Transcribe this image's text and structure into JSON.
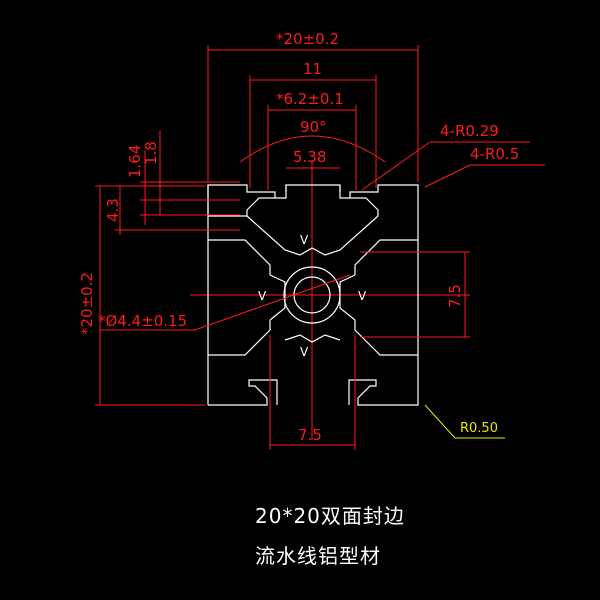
{
  "drawing": {
    "dims": {
      "overall_width": "*20±0.2",
      "slot_outer": "11",
      "slot_opening": "*6.2±0.1",
      "angle": "90°",
      "neck_width": "5.38",
      "r_inner": "4-R0.29",
      "r_outer": "4-R0.5",
      "left_1_64": "1.64",
      "left_1_8": "1.8",
      "left_4_3": "4.3",
      "overall_height": "*20±0.2",
      "hole_dia": "*Ø4.4±0.15",
      "right_7_5": "7.5",
      "bottom_7_5": "7.5",
      "corner_radius": "R0.50"
    },
    "v_marks": [
      "V",
      "V",
      "V",
      "V"
    ],
    "colors": {
      "dimension": "#ff1a1a",
      "outline": "#ffffff",
      "leader": "#e8e800",
      "background": "#000000"
    }
  },
  "caption": {
    "line1": "20*20双面封边",
    "line2": "流水线铝型材"
  }
}
